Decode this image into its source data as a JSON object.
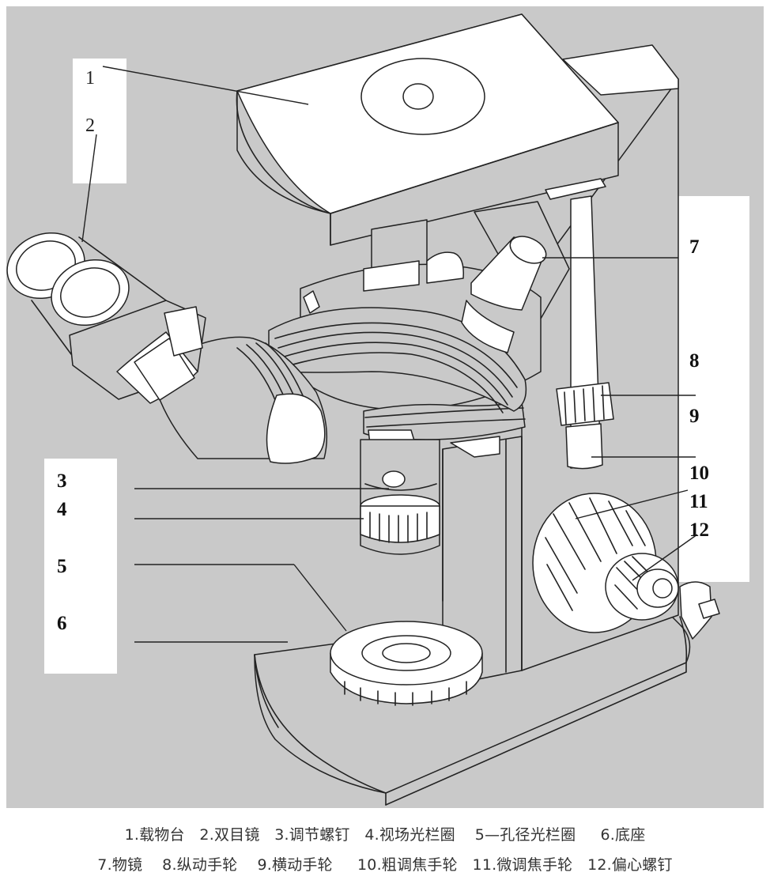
{
  "labels": {
    "l1": "1",
    "l2": "2",
    "l3": "3",
    "l4": "4",
    "l5": "5",
    "l6": "6",
    "l7": "7",
    "l8": "8",
    "l9": "9",
    "l10": "10",
    "l11": "11",
    "l12": "12"
  },
  "caption": {
    "line1": "1.载物台   2.双目镜   3.调节螺钉   4.视场光栏圈    5—孔径光栏圈     6.底座",
    "line2": "7.物镜    8.纵动手轮    9.横动手轮     10.粗调焦手轮   11.微调焦手轮   12.偏心螺钉"
  },
  "colors": {
    "background": "#c9c9c9",
    "line": "#222222",
    "part_fill": "#ffffff"
  }
}
